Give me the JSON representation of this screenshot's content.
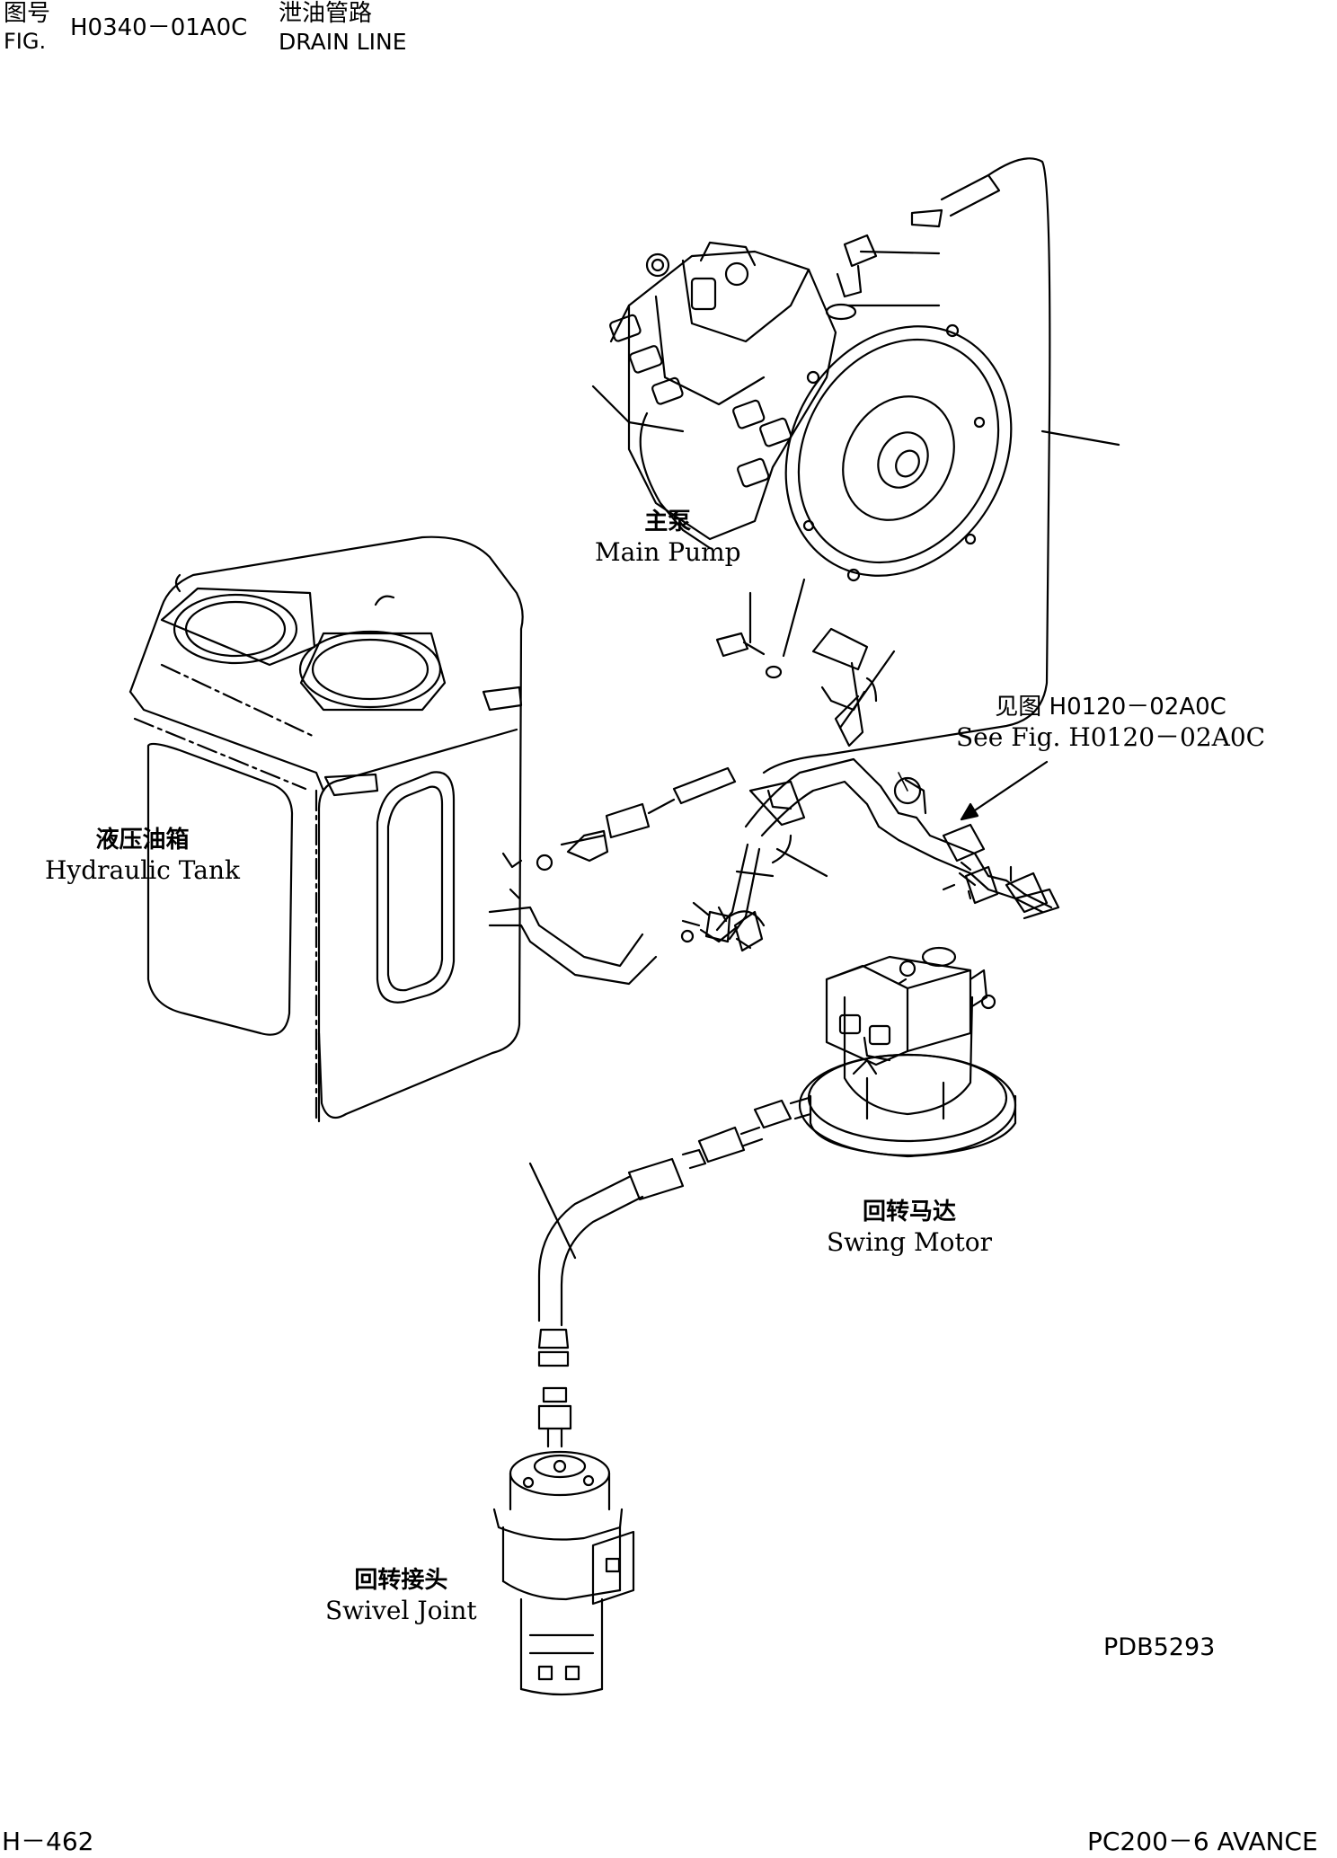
{
  "header": {
    "fig_cn": "图号",
    "fig_en": "FIG.",
    "fig_number": "H0340－01A0C",
    "title_cn": "泄油管路",
    "title_en": "DRAIN LINE"
  },
  "labels": {
    "main_pump": {
      "cn": "主泵",
      "en": "Main Pump"
    },
    "hydraulic_tank": {
      "cn": "液压油箱",
      "en": "Hydraulic Tank"
    },
    "see_fig": {
      "cn": "见图 H0120－02A0C",
      "en": "See Fig. H0120－02A0C"
    },
    "swing_motor": {
      "cn": "回转马达",
      "en": "Swing Motor"
    },
    "swivel_joint": {
      "cn": "回转接头",
      "en": "Swivel Joint"
    }
  },
  "drawing_id": "PDB5293",
  "footer": {
    "page": "H－462",
    "model": "PC200－6 AVANCE"
  }
}
